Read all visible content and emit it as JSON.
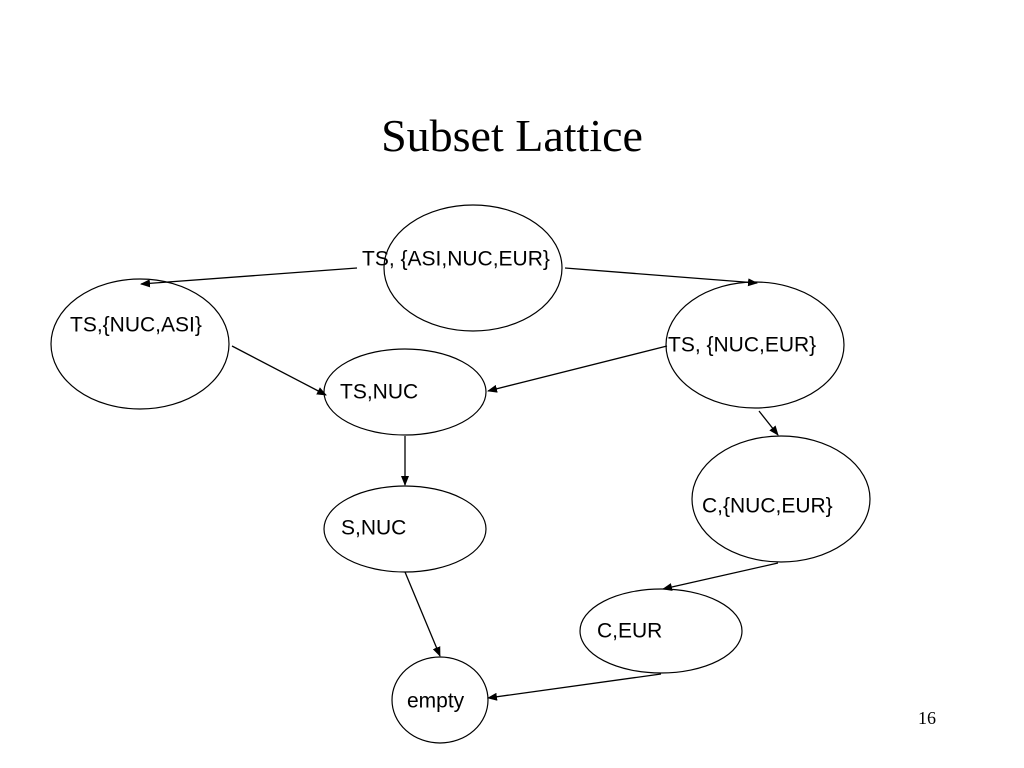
{
  "slide": {
    "title": "Subset Lattice",
    "page_number": "16"
  },
  "diagram": {
    "nodes": [
      {
        "id": "ts_asi_nuc_eur",
        "label": "TS, {ASI,NUC,EUR}"
      },
      {
        "id": "ts_nuc_asi",
        "label": "TS,{NUC,ASI}"
      },
      {
        "id": "ts_nuc_eur",
        "label": "TS, {NUC,EUR}"
      },
      {
        "id": "ts_nuc",
        "label": "TS,NUC"
      },
      {
        "id": "c_nuc_eur",
        "label": "C,{NUC,EUR}"
      },
      {
        "id": "s_nuc",
        "label": "S,NUC"
      },
      {
        "id": "c_eur",
        "label": "C,EUR"
      },
      {
        "id": "empty",
        "label": "empty"
      }
    ],
    "edges": [
      {
        "from": "ts_asi_nuc_eur",
        "to": "ts_nuc_asi"
      },
      {
        "from": "ts_asi_nuc_eur",
        "to": "ts_nuc_eur"
      },
      {
        "from": "ts_nuc_asi",
        "to": "ts_nuc"
      },
      {
        "from": "ts_nuc_eur",
        "to": "ts_nuc"
      },
      {
        "from": "ts_nuc_eur",
        "to": "c_nuc_eur"
      },
      {
        "from": "ts_nuc",
        "to": "s_nuc"
      },
      {
        "from": "c_nuc_eur",
        "to": "c_eur"
      },
      {
        "from": "s_nuc",
        "to": "empty"
      },
      {
        "from": "c_eur",
        "to": "empty"
      }
    ]
  }
}
